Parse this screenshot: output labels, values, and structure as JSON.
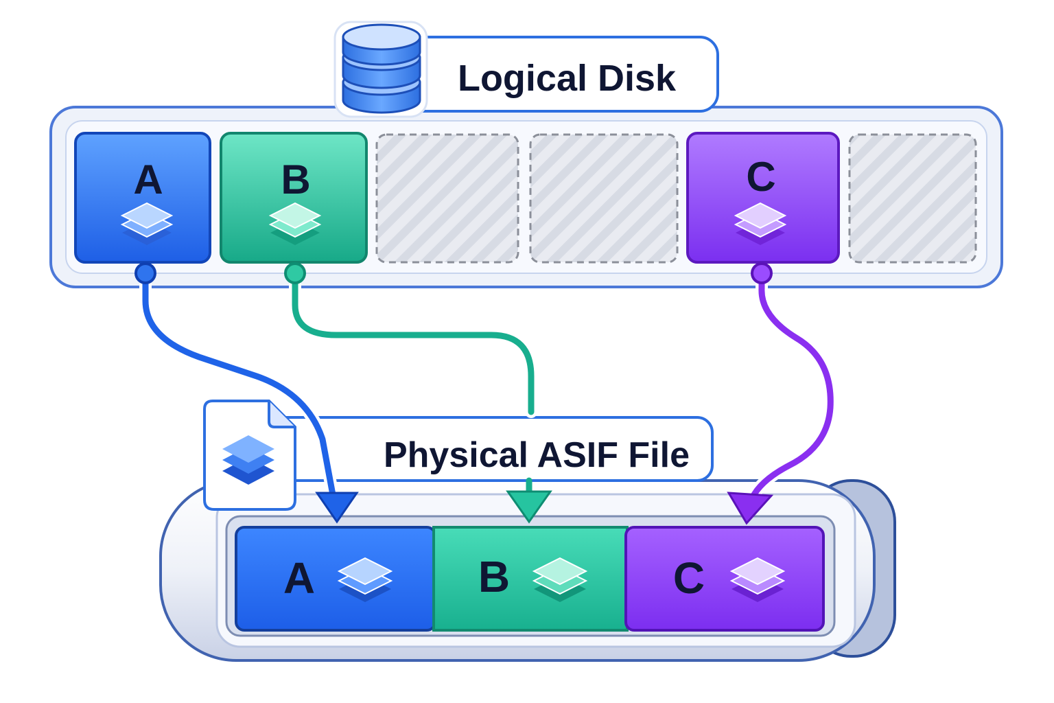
{
  "logical_disk": {
    "title": "Logical Disk",
    "slots": [
      {
        "kind": "block",
        "letter": "A",
        "color": "#2f74ee",
        "icon": "layers-icon"
      },
      {
        "kind": "block",
        "letter": "B",
        "color": "#1fbf9a",
        "icon": "layers-icon"
      },
      {
        "kind": "empty"
      },
      {
        "kind": "empty"
      },
      {
        "kind": "block",
        "letter": "C",
        "color": "#8c3ff0",
        "icon": "layers-icon"
      },
      {
        "kind": "empty"
      }
    ]
  },
  "physical_file": {
    "title": "Physical ASIF File",
    "blocks": [
      {
        "letter": "A",
        "color": "#2f74ee"
      },
      {
        "letter": "B",
        "color": "#25c8a1"
      },
      {
        "letter": "C",
        "color": "#8c3ff0"
      }
    ]
  },
  "mappings": [
    {
      "from": "A",
      "to": "A",
      "color": "#1f63e8"
    },
    {
      "from": "B",
      "to": "B",
      "color": "#18ae8e"
    },
    {
      "from": "C",
      "to": "C",
      "color": "#8a2ff0"
    }
  ]
}
